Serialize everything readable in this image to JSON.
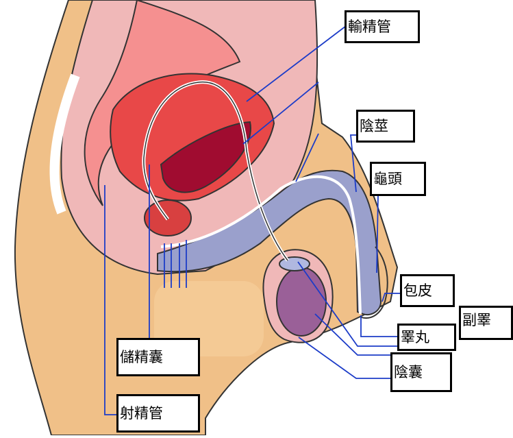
{
  "labels": {
    "vas_deferens": "輸精管",
    "penis": "陰莖",
    "glans": "龜頭",
    "foreskin": "包皮",
    "epididymis": "副睪",
    "testis": "睪丸",
    "scrotum": "陰囊",
    "seminal_vesicle": "儲精囊",
    "ejaculatory_duct": "射精管"
  },
  "colors": {
    "skin": "#f0c088",
    "tissue_pink": "#f0b8b8",
    "rectum": "#f59090",
    "bladder": "#e84848",
    "bladder_inner": "#a00c30",
    "erectile": "#9aa0cc",
    "testis": "#9a6098",
    "leader_line": "#1c3cc8"
  }
}
